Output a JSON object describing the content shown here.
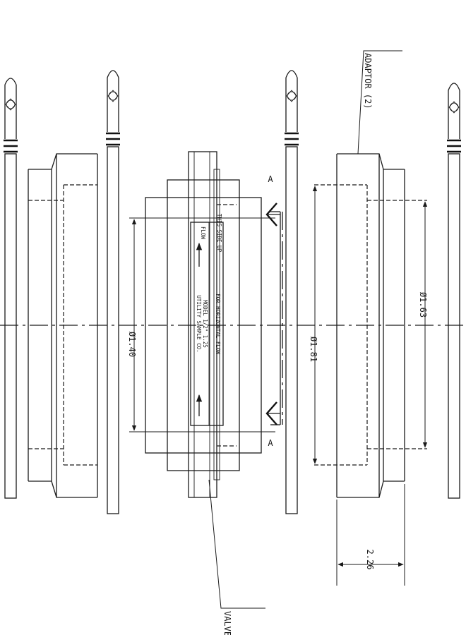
{
  "labels": {
    "adaptor": "ADAPTOR (2)",
    "valve_body": "VALVE BODY",
    "section_mark": "A",
    "dia_valve": "Ø1.40",
    "dia_adaptor_outer": "Ø1.81",
    "dia_adaptor_inner": "Ø1.63",
    "length_adaptor": "2.26"
  },
  "nameplate": {
    "line1": "FLOW",
    "line2": "UTILITY SAMPLE CO.",
    "line3": "MODEL 1/2\" 1.25",
    "line4": "FOR HORIZONTAL FLOW",
    "line5": "THIS SIDE UP"
  }
}
